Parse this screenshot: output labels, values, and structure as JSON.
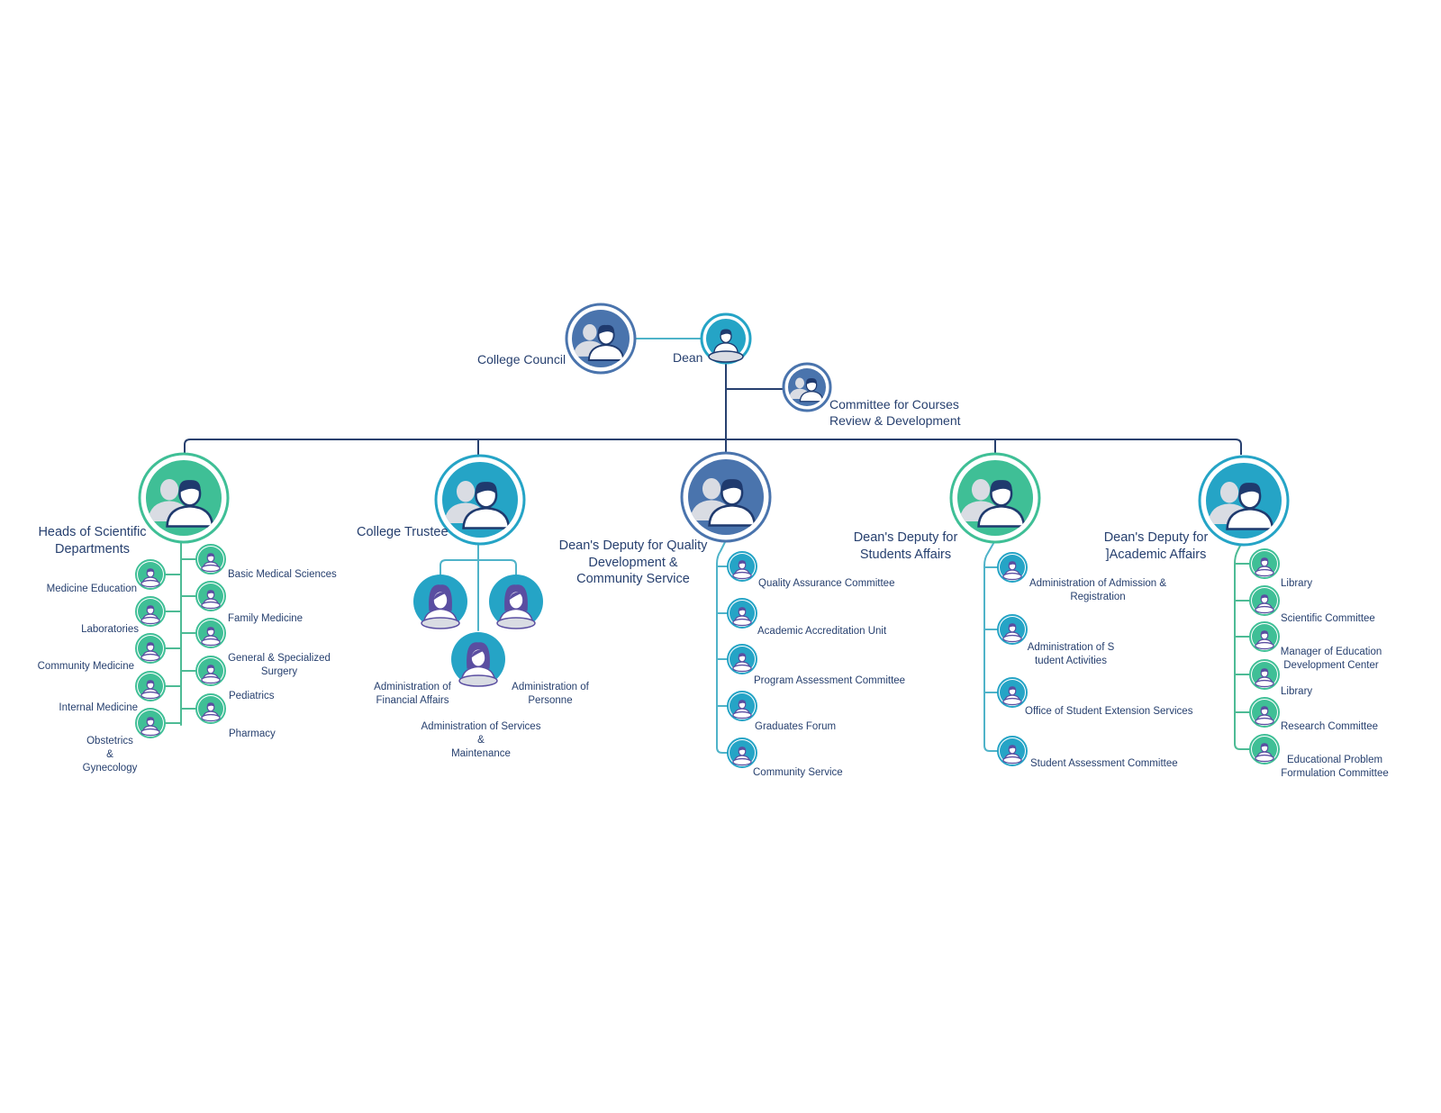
{
  "colors": {
    "line_dark": "#27406f",
    "line_teal": "#4fb3c9",
    "line_green": "#4dbb95",
    "green": "#3fbf96",
    "teal": "#25a4c6",
    "blue": "#4a74ad",
    "purple": "#5a4ea1",
    "person_dark": "#1f3a6e",
    "person_light": "#d9dce3"
  },
  "top": {
    "council": "College Council",
    "dean": "Dean",
    "committee": "Committee for Courses\nReview & Development"
  },
  "branches": {
    "heads": {
      "title": "Heads of Scientific\nDepartments",
      "left": [
        "Medicine Education",
        "Laboratories",
        "Community Medicine",
        "Internal Medicine",
        "Obstetrics\n&\nGynecology"
      ],
      "right": [
        "Basic Medical Sciences",
        "Family Medicine",
        "General & Specialized\nSurgery",
        "Pediatrics",
        "Pharmacy"
      ]
    },
    "trustee": {
      "title": "College Trustee",
      "items": [
        "Administration of\nFinancial Affairs",
        "Administration  of\nPersonne",
        "Administration of Services\n&\nMaintenance"
      ]
    },
    "quality": {
      "title": "Dean's Deputy for Quality\nDevelopment &\nCommunity Service",
      "items": [
        "Quality Assurance  Committee",
        "Academic Accreditation Unit",
        "Program Assessment  Committee",
        "Graduates Forum",
        "Community Service"
      ]
    },
    "students": {
      "title": "Dean's Deputy for\nStudents Affairs",
      "items": [
        "Administration of Admission &\nRegistration",
        "Administration of S\ntudent Activities",
        "Office of Student Extension Services",
        "Student Assessment Committee"
      ]
    },
    "academic": {
      "title": "Dean's Deputy for\n]Academic Affairs",
      "items": [
        "Library",
        "Scientific Committee",
        "Manager of Education\nDevelopment Center",
        "Library",
        "Research Committee",
        "Educational Problem\nFormulation Committee"
      ]
    }
  }
}
